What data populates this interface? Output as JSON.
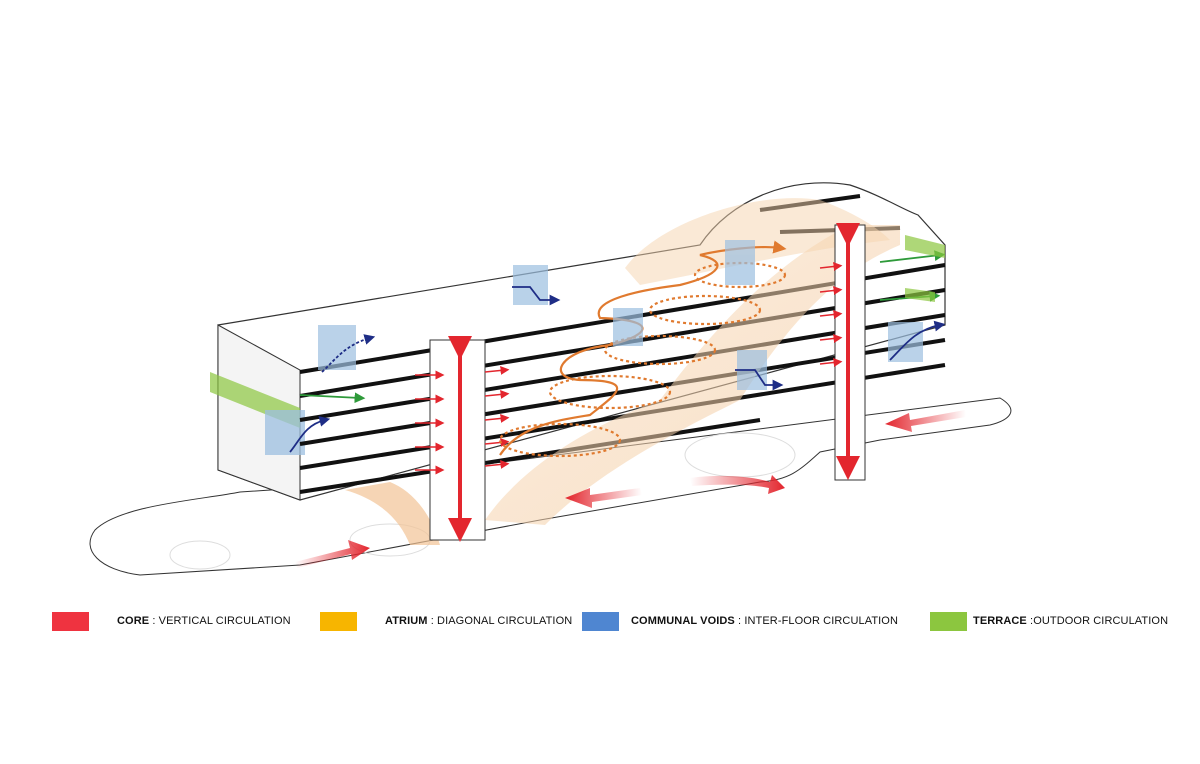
{
  "legend": {
    "items": [
      {
        "key": "core",
        "name": "CORE",
        "sep": " : ",
        "desc": "VERTICAL CIRCULATION",
        "color": "#ef3340"
      },
      {
        "key": "atrium",
        "name": "ATRIUM",
        "sep": " : ",
        "desc": "DIAGONAL CIRCULATION",
        "color": "#f7b500"
      },
      {
        "key": "voids",
        "name": "COMMUNAL VOIDS",
        "sep": " : ",
        "desc": "INTER-FLOOR CIRCULATION",
        "color": "#4f86d1"
      },
      {
        "key": "terrace",
        "name": "TERRACE",
        "sep": " :",
        "desc": "OUTDOOR CIRCULATION",
        "color": "#8cc63f"
      }
    ]
  },
  "colors": {
    "core": "#e3262e",
    "atrium": "#e07a2f",
    "atrium_fill": "#f6d4ad",
    "void": "#9cbfe0",
    "void_arrow": "#1e2d86",
    "terrace": "#2e9a3a",
    "slab": "#111111"
  }
}
